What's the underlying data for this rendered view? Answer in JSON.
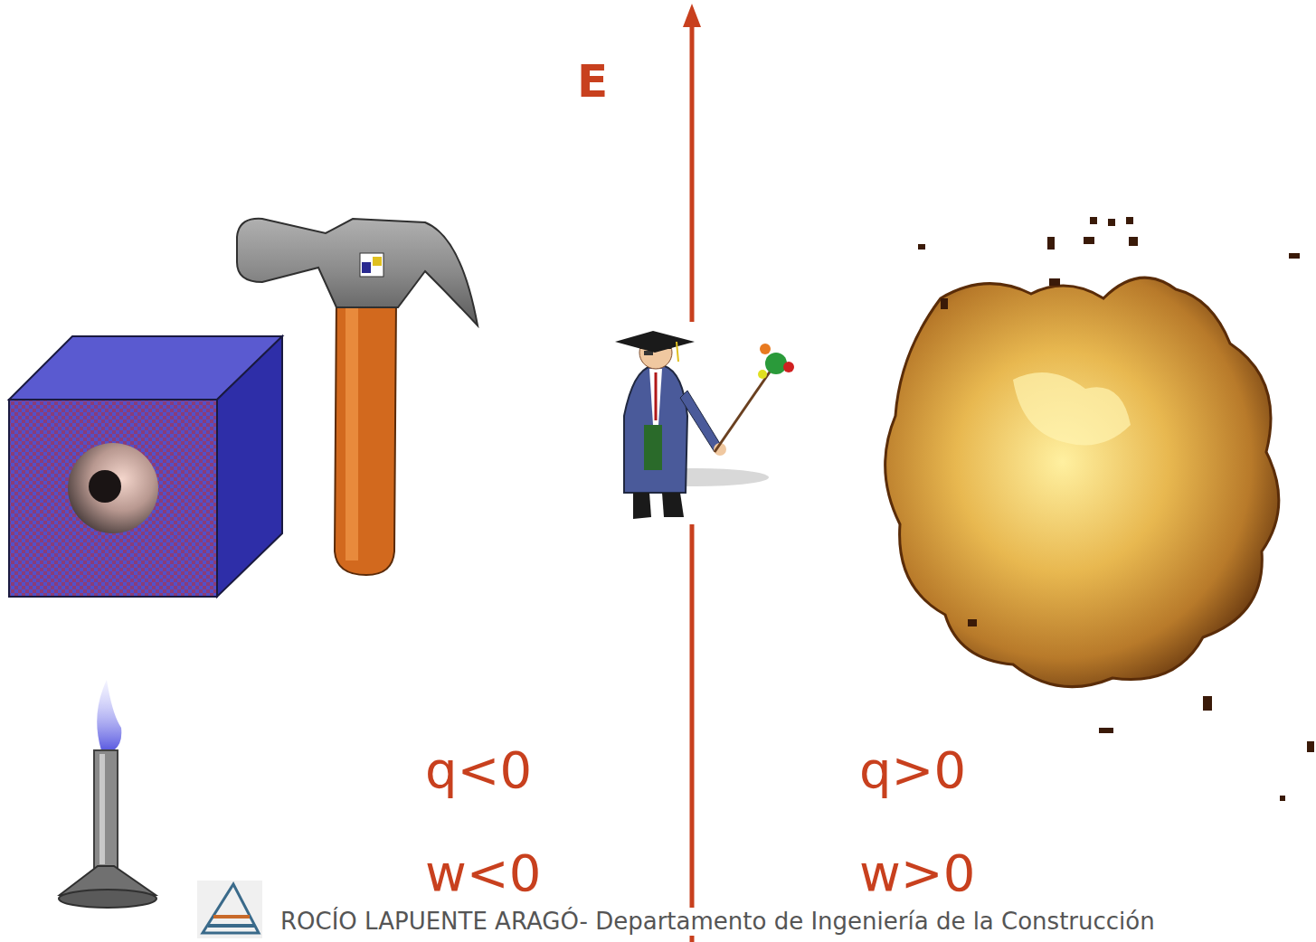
{
  "diagram": {
    "labels": [
      "E",
      "q<0",
      "w<0",
      "q>0",
      "w>0",
      "ROCÍO LAPUENTE ARAGÓ- Departamento de Ingeniería de la Construcción"
    ]
  }
}
